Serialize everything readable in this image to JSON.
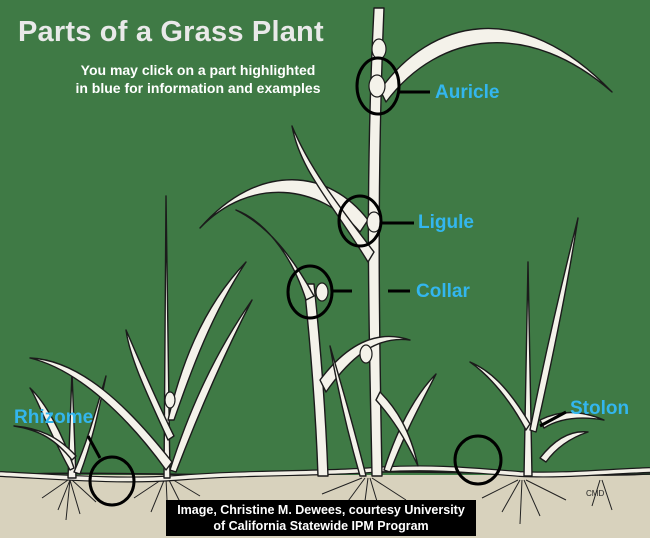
{
  "title": "Parts of a Grass Plant",
  "subtitle_line1": "You may click on a part highlighted",
  "subtitle_line2": "in blue for information and examples",
  "labels": {
    "auricle": "Auricle",
    "ligule": "Ligule",
    "collar": "Collar",
    "rhizome": "Rhizome",
    "stolon": "Stolon"
  },
  "credit_line1": "Image, Christine M. Dewees, courtesy University",
  "credit_line2": "of California Statewide IPM Program",
  "signature": "CMD",
  "colors": {
    "background": "#3f7a45",
    "soil": "#d8d2bd",
    "label_blue": "#33b6ee",
    "title_gray": "#e9e9e9"
  }
}
